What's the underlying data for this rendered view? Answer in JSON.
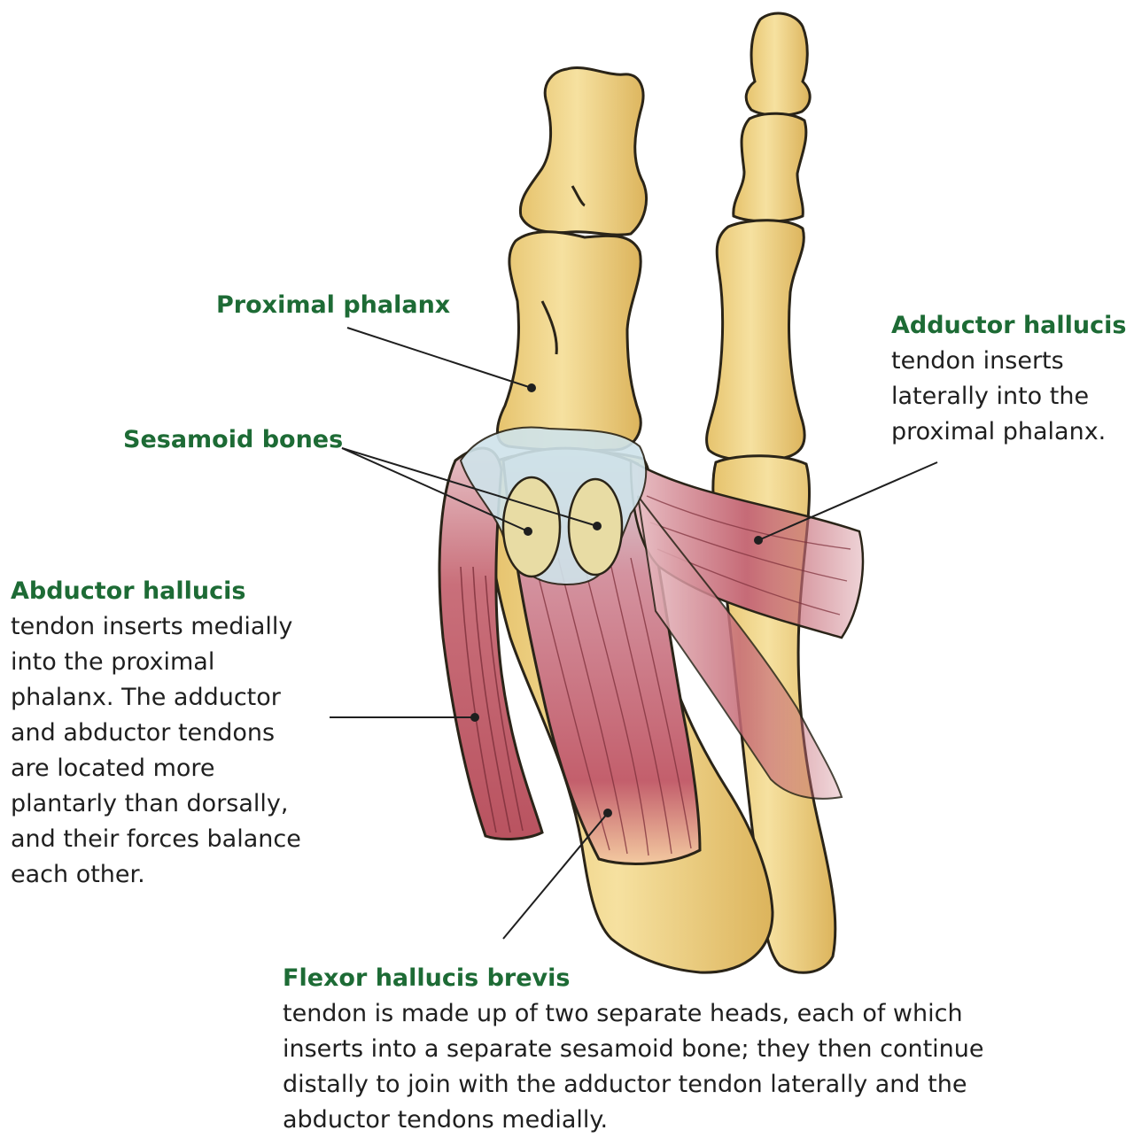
{
  "labels": {
    "proximal_phalanx": "Proximal phalanx",
    "sesamoid_bones": "Sesamoid bones",
    "adductor": {
      "title": "Adductor hallucis",
      "body": "tendon inserts\nlaterally into the\nproximal phalanx."
    },
    "abductor": {
      "title": "Abductor hallucis",
      "body": "tendon inserts medially\ninto the proximal\nphalanx. The adductor\nand abductor tendons\nare located more\nplantarly than dorsally,\nand their forces balance\neach other."
    },
    "flexor": {
      "title": "Flexor hallucis brevis",
      "body": "tendon is made up of two separate heads, each of which\ninserts into a separate sesamoid bone; they then continue\ndistally to join with the adductor tendon laterally and the\nabductor tendons medially."
    }
  },
  "colors": {
    "bone": "#f0d488",
    "bone_outline": "#2a2418",
    "muscle": "#c9707a",
    "tendon": "#cfe3ea",
    "label_green": "#1d6b35",
    "text": "#1f1f1f"
  }
}
